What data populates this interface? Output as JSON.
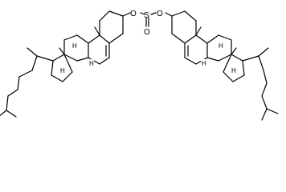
{
  "diagram": {
    "type": "chemical-structure",
    "linker": {
      "o_left": "O",
      "s": "S",
      "o_right": "O",
      "o_double": "O"
    },
    "left_sterol": {
      "h_labels": [
        "H",
        "H",
        "H"
      ]
    },
    "right_sterol": {
      "h_labels": [
        "H",
        "H",
        "H"
      ]
    }
  }
}
